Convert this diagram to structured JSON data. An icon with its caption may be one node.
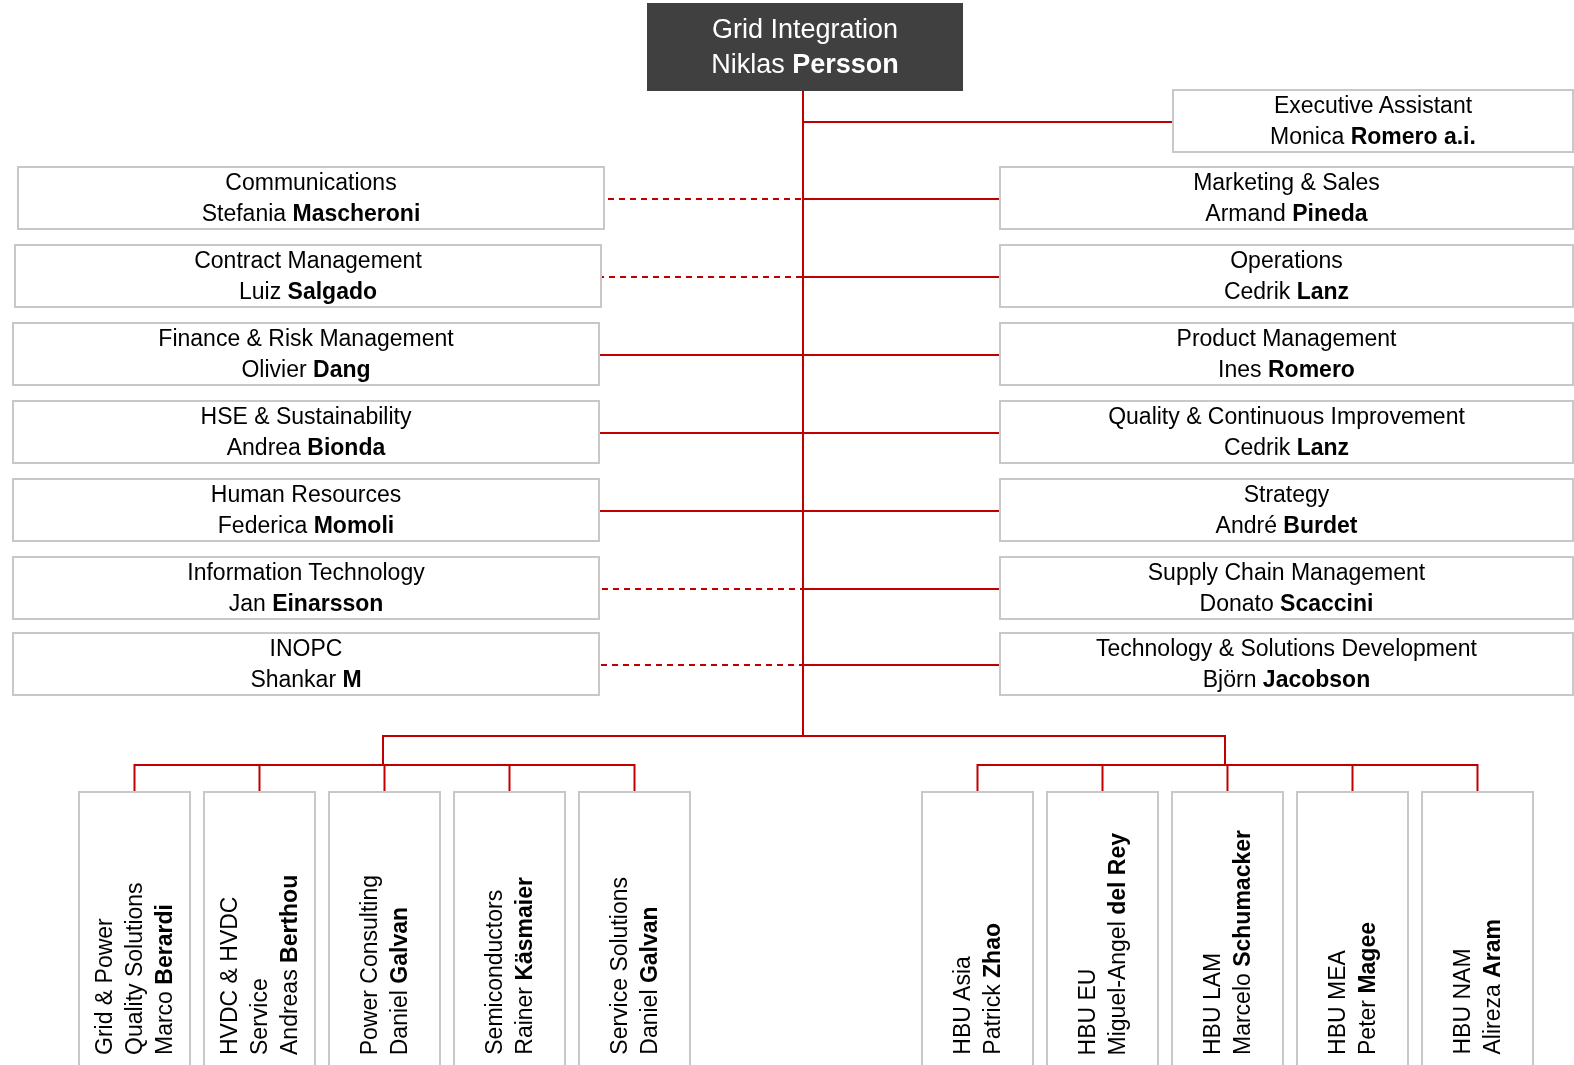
{
  "diagram": {
    "nodes": [
      {
        "text": [
          "Grid Integration",
          "Niklas **Persson**"
        ]
      },
      {
        "text": [
          "Executive Assistant",
          "Monica **Romero a.i.**"
        ]
      },
      {
        "text": [
          "Communications",
          "Stefania **Mascheroni**"
        ]
      },
      {
        "text": [
          "Marketing & Sales",
          "Armand **Pineda**"
        ]
      },
      {
        "text": [
          "Contract Management",
          "Luiz **Salgado**"
        ]
      },
      {
        "text": [
          "Operations",
          "Cedrik **Lanz**"
        ]
      },
      {
        "text": [
          "Finance & Risk Management",
          "Olivier **Dang**"
        ]
      },
      {
        "text": [
          "Product Management",
          "Ines **Romero**"
        ]
      },
      {
        "text": [
          "HSE & Sustainability",
          "Andrea **Bionda**"
        ]
      },
      {
        "text": [
          "Quality & Continuous Improvement",
          "Cedrik **Lanz**"
        ]
      },
      {
        "text": [
          "Human Resources",
          "Federica **Momoli**"
        ]
      },
      {
        "text": [
          "Strategy",
          "André **Burdet**"
        ]
      },
      {
        "text": [
          "Information Technology",
          "Jan **Einarsson**"
        ]
      },
      {
        "text": [
          "Supply Chain Management",
          "Donato **Scaccini**"
        ]
      },
      {
        "text": [
          "INOPC",
          "Shankar **M**"
        ]
      },
      {
        "text": [
          "Technology & Solutions Development",
          "Björn **Jacobson**"
        ]
      },
      {
        "text": [
          "Grid & Power Quality Solutions",
          "Marco **Berardi**"
        ]
      },
      {
        "text": [
          "HVDC & HVDC Service",
          "Andreas **Berthou**"
        ]
      },
      {
        "text": [
          "Power Consulting",
          "Daniel **Galvan**"
        ]
      },
      {
        "text": [
          "Semiconductors",
          "Rainer **Käsmaier**"
        ]
      },
      {
        "text": [
          "Service Solutions",
          "Daniel **Galvan**"
        ]
      },
      {
        "text": [
          "HBU Asia",
          "Patrick **Zhao**"
        ]
      },
      {
        "text": [
          "HBU EU",
          "Miguel-Angel **del Rey**"
        ]
      },
      {
        "text": [
          "HBU LAM",
          "Marcelo **Schumacker**"
        ]
      },
      {
        "text": [
          "HBU MEA",
          "Peter **Magee**"
        ]
      },
      {
        "text": [
          "HBU NAM",
          "Alireza **Aram**"
        ]
      }
    ],
    "edges": [
      {
        "from": 0,
        "to": 1,
        "arrow": "none"
      },
      {
        "from": 0,
        "to": 2,
        "arrow": "none",
        "style": "dashed"
      },
      {
        "from": 0,
        "to": 3,
        "arrow": "none"
      },
      {
        "from": 0,
        "to": 4,
        "arrow": "none",
        "style": "dashed"
      },
      {
        "from": 0,
        "to": 5,
        "arrow": "none"
      },
      {
        "from": 0,
        "to": 6,
        "arrow": "none"
      },
      {
        "from": 0,
        "to": 7,
        "arrow": "none"
      },
      {
        "from": 0,
        "to": 8,
        "arrow": "none"
      },
      {
        "from": 0,
        "to": 9,
        "arrow": "none"
      },
      {
        "from": 0,
        "to": 10,
        "arrow": "none"
      },
      {
        "from": 0,
        "to": 11,
        "arrow": "none"
      },
      {
        "from": 0,
        "to": 12,
        "arrow": "none",
        "style": "dashed"
      },
      {
        "from": 0,
        "to": 13,
        "arrow": "none"
      },
      {
        "from": 0,
        "to": 14,
        "arrow": "none",
        "style": "dashed"
      },
      {
        "from": 0,
        "to": 15,
        "arrow": "none"
      },
      {
        "from": 0,
        "to": 16,
        "arrow": "none"
      },
      {
        "from": 0,
        "to": 17,
        "arrow": "none"
      },
      {
        "from": 0,
        "to": 18,
        "arrow": "none"
      },
      {
        "from": 0,
        "to": 19,
        "arrow": "none"
      },
      {
        "from": 0,
        "to": 20,
        "arrow": "none"
      },
      {
        "from": 0,
        "to": 21,
        "arrow": "none"
      },
      {
        "from": 0,
        "to": 22,
        "arrow": "none"
      },
      {
        "from": 0,
        "to": 23,
        "arrow": "none"
      },
      {
        "from": 0,
        "to": 24,
        "arrow": "none"
      },
      {
        "from": 0,
        "to": 25,
        "arrow": "none"
      }
    ]
  }
}
